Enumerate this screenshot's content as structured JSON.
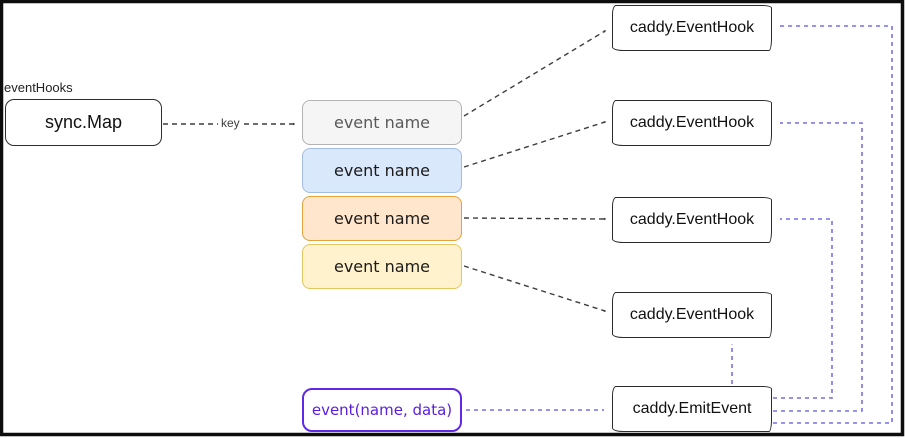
{
  "diagram": {
    "title_label": "eventHooks",
    "map_box": {
      "label": "sync.Map"
    },
    "key_arrow_label": "key",
    "event_boxes": [
      {
        "label": "event name",
        "fill": "#f5f5f5",
        "border": "#b3b3b3"
      },
      {
        "label": "event name",
        "fill": "#dae8fc",
        "border": "#a3bce3"
      },
      {
        "label": "event name",
        "fill": "#ffe6cc",
        "border": "#e3a23c"
      },
      {
        "label": "event name",
        "fill": "#fff2cc",
        "border": "#e2c65f"
      }
    ],
    "hook_boxes": [
      {
        "label": "caddy.EventHook"
      },
      {
        "label": "caddy.EventHook"
      },
      {
        "label": "caddy.EventHook"
      },
      {
        "label": "caddy.EventHook"
      }
    ],
    "emit_box": {
      "label": "caddy.EmitEvent"
    },
    "event_call_box": {
      "label": "event(name, data)",
      "color": "#5a1ee0"
    },
    "colors": {
      "arrow_black": "#3d3d3d",
      "arrow_purple": "#7470ee",
      "arrowhead_purple": "#5533ee",
      "frame": "#0d0d0d",
      "background": "#ffffff"
    }
  }
}
